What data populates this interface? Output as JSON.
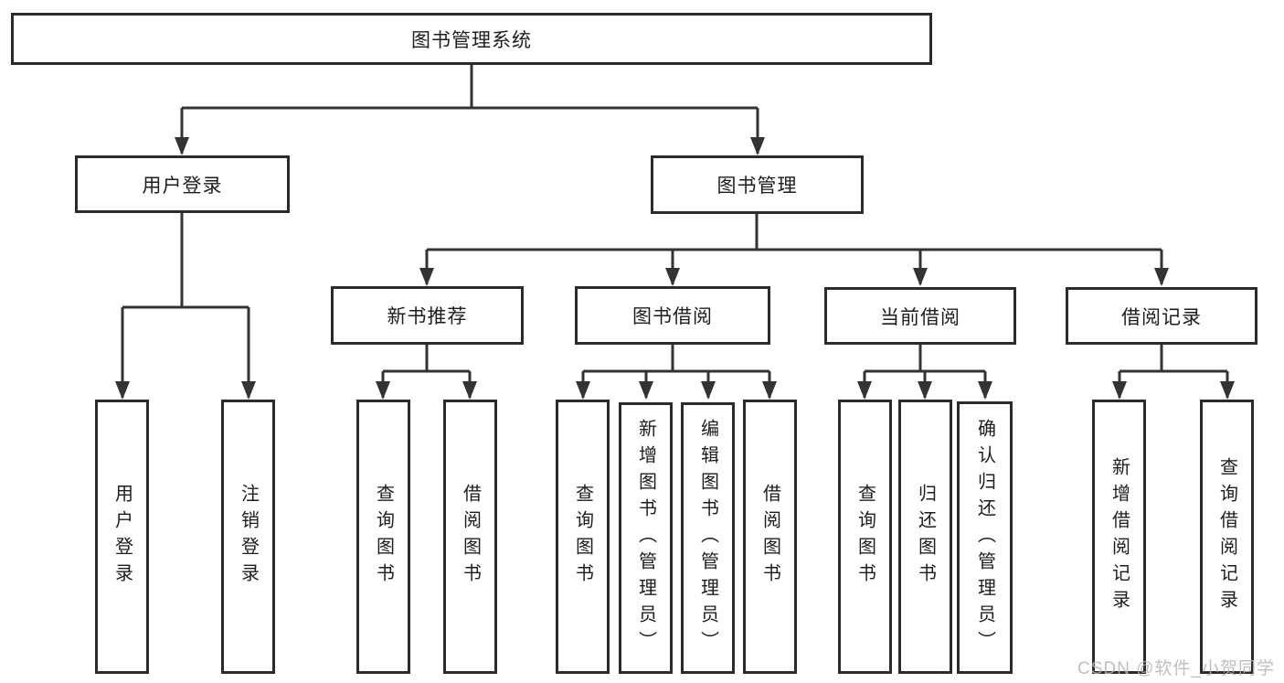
{
  "colors": {
    "line": "#333333",
    "box_border": "#2b2b2b",
    "box_background": "#ffffff",
    "text": "#1d1d1d",
    "watermark": "#b4b4b4"
  },
  "tree": {
    "root": "图书管理系统",
    "user_login": {
      "label": "用户登录",
      "children": {
        "login": "用户登录",
        "logout": "注销登录"
      }
    },
    "book_mgmt": {
      "label": "图书管理",
      "new_rec": {
        "label": "新书推荐",
        "children": {
          "c1": "查询图书",
          "c2": "借阅图书"
        }
      },
      "borrow": {
        "label": "图书借阅",
        "children": {
          "c1": "查询图书",
          "c2": "新增图书（管理员）",
          "c3": "编辑图书（管理员）",
          "c4": "借阅图书"
        }
      },
      "current": {
        "label": "当前借阅",
        "children": {
          "c1": "查询图书",
          "c2": "归还图书",
          "c3": "确认归还（管理员）"
        }
      },
      "records": {
        "label": "借阅记录",
        "children": {
          "c1": "新增借阅记录",
          "c2": "查询借阅记录"
        }
      }
    }
  },
  "watermark": "CSDN @软件_小贺同学"
}
